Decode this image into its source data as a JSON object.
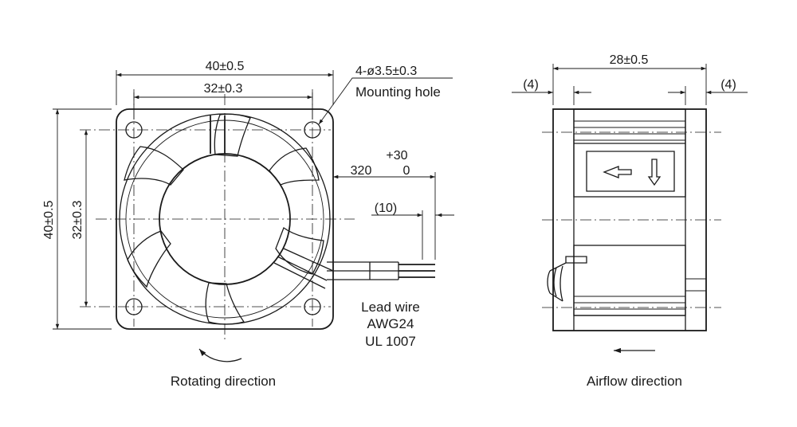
{
  "front_view": {
    "dim_overall_width": "40±0.5",
    "dim_hole_pitch_width": "32±0.3",
    "dim_overall_height": "40±0.5",
    "dim_hole_pitch_height": "32±0.3",
    "mounting_hole_spec": "4-ø3.5±0.3",
    "mounting_hole_label": "Mounting hole",
    "lead_length": "320",
    "lead_tol_upper": "+30",
    "lead_tol_lower": "0",
    "strip_length": "(10)",
    "lead_wire_lines": [
      "Lead wire",
      "AWG24",
      "UL 1007"
    ],
    "caption": "Rotating direction"
  },
  "side_view": {
    "dim_depth": "28±0.5",
    "dim_flange_left": "(4)",
    "dim_flange_right": "(4)",
    "caption": "Airflow direction"
  }
}
